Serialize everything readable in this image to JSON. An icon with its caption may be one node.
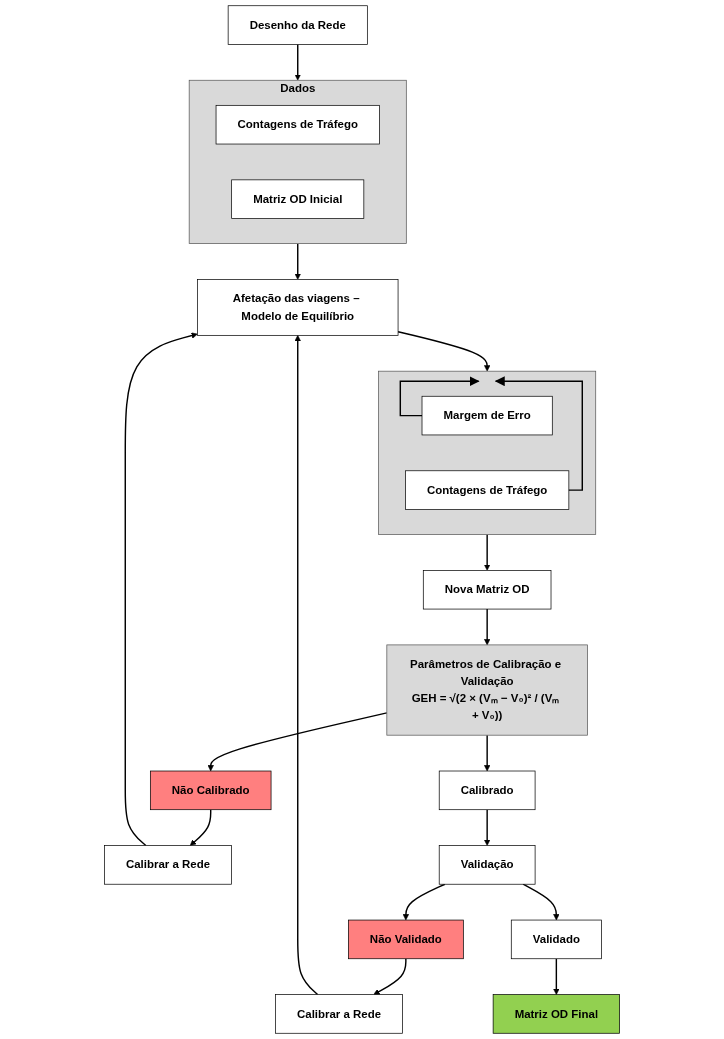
{
  "diagram": {
    "nodes": [
      {
        "text": [
          "Desenho da Rede"
        ]
      },
      {
        "text": [
          "Dados"
        ]
      },
      {
        "text": [
          "Contagens de Tráfego"
        ],
        "in": 1
      },
      {
        "text": [
          "Matriz OD Inicial"
        ],
        "in": 1
      },
      {
        "text": [
          "Afetação das viagens – Modelo de Equilíbrio"
        ]
      },
      {
        "text": [],
        "shape": "box"
      },
      {
        "text": [
          "Margem de Erro"
        ],
        "in": 5
      },
      {
        "text": [
          "Contagens de Tráfego"
        ],
        "in": 5
      },
      {
        "text": [
          "Nova Matriz OD"
        ]
      },
      {
        "text": [
          "Parâmetros de Calibração e Validação",
          "GEH = √(2 × (Vₘ − V₀)² / (Vₘ + V₀))"
        ]
      },
      {
        "text": [
          "Calibrar a Rede"
        ]
      },
      {
        "text": [
          "Calibrado"
        ]
      },
      {
        "text": [
          "Não Calibrado"
        ]
      },
      {
        "text": [
          "Calibrar a Rede"
        ]
      },
      {
        "text": [
          "Validação"
        ]
      },
      {
        "text": [
          "Não Validado"
        ]
      },
      {
        "text": [
          "Validado"
        ]
      },
      {
        "text": [
          "Matriz OD Final"
        ]
      }
    ],
    "edges": [
      {
        "from": 0,
        "to": 1,
        "arrow": "to"
      },
      {
        "from": 1,
        "to": 4,
        "arrow": "to"
      },
      {
        "from": 4,
        "to": 5,
        "arrow": "to"
      },
      {
        "from": 6,
        "to": 5,
        "arrow": "to"
      },
      {
        "from": 7,
        "to": 5,
        "arrow": "to"
      },
      {
        "from": 5,
        "to": 8,
        "arrow": "to"
      },
      {
        "from": 8,
        "to": 9,
        "arrow": "to"
      },
      {
        "from": 9,
        "to": 11,
        "arrow": "to"
      },
      {
        "from": 9,
        "to": 12,
        "arrow": "to"
      },
      {
        "from": 12,
        "to": 13,
        "arrow": "to"
      },
      {
        "from": 13,
        "to": 4,
        "arrow": "to"
      },
      {
        "from": 10,
        "to": 4,
        "arrow": "to"
      },
      {
        "from": 11,
        "to": 14,
        "arrow": "to"
      },
      {
        "from": 14,
        "to": 15,
        "arrow": "to"
      },
      {
        "from": 14,
        "to": 16,
        "arrow": "to"
      },
      {
        "from": 15,
        "to": 10,
        "arrow": "to"
      },
      {
        "from": 16,
        "to": 17,
        "arrow": "to"
      }
    ]
  }
}
